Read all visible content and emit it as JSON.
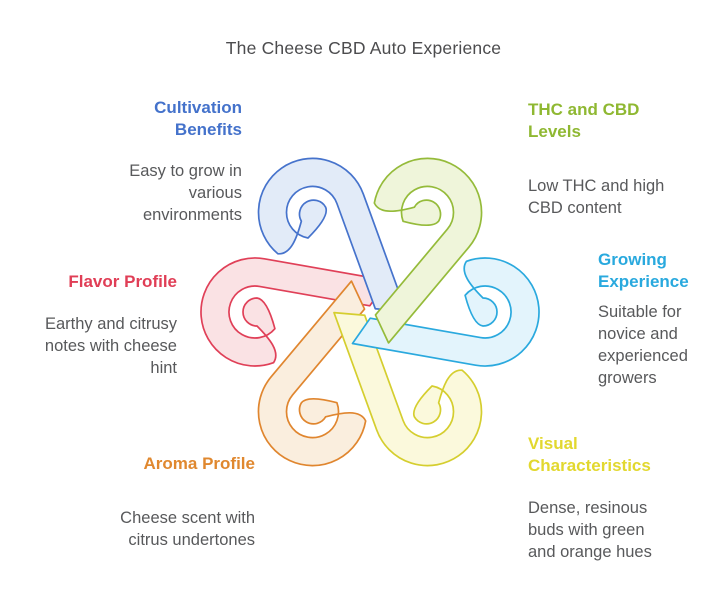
{
  "title": "The Cheese CBD Auto Experience",
  "title_color": "#4c4c4e",
  "body_text_color": "#58595b",
  "sections": [
    {
      "id": "cultivation-benefits",
      "heading": "Cultivation Benefits",
      "body": "Easy to grow in various environments",
      "heading_color": "#4472cb",
      "ribbon_stroke": "#4673cc",
      "ribbon_fill": "#e2ebf8"
    },
    {
      "id": "thc-and-cbd-levels",
      "heading": "THC and CBD Levels",
      "body": "Low THC and high CBD content",
      "heading_color": "#8fb832",
      "ribbon_stroke": "#95bb3a",
      "ribbon_fill": "#eff5da"
    },
    {
      "id": "growing-experience",
      "heading": "Growing Experience",
      "body": "Suitable for novice and experienced growers",
      "heading_color": "#29a9de",
      "ribbon_stroke": "#2aa9de",
      "ribbon_fill": "#e3f4fc"
    },
    {
      "id": "visual-characteristics",
      "heading": "Visual Characteristics",
      "body": "Dense, resinous buds with green and orange hues",
      "heading_color": "#e2d82f",
      "ribbon_stroke": "#d5ce2f",
      "ribbon_fill": "#fbf9dc"
    },
    {
      "id": "aroma-profile",
      "heading": "Aroma Profile",
      "body": "Cheese scent with citrus undertones",
      "heading_color": "#e0882f",
      "ribbon_stroke": "#e0862f",
      "ribbon_fill": "#faeede"
    },
    {
      "id": "flavor-profile",
      "heading": "Flavor Profile",
      "body": "Earthy and citrusy notes with cheese hint",
      "heading_color": "#e03e56",
      "ribbon_stroke": "#e04058",
      "ribbon_fill": "#fae2e4"
    }
  ]
}
